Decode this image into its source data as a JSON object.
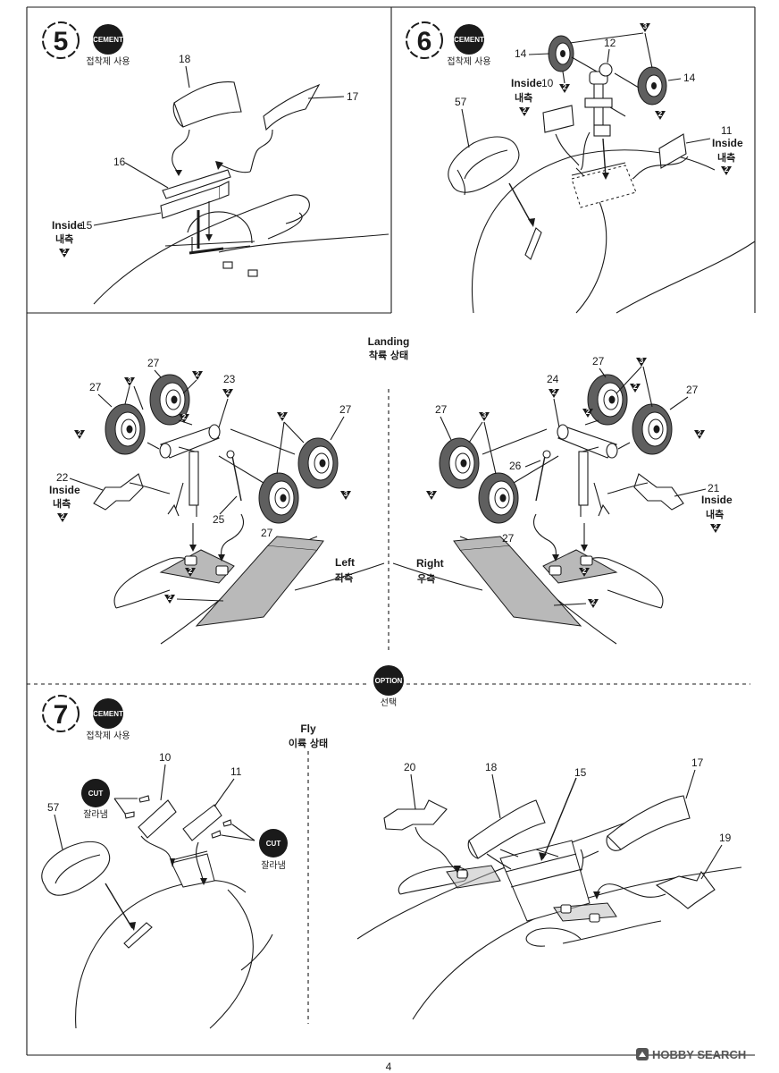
{
  "steps": {
    "s5": {
      "number": "5",
      "cement": "CEMENT",
      "cement_ko": "접착제 사용"
    },
    "s6": {
      "number": "6",
      "cement": "CEMENT",
      "cement_ko": "접착제 사용"
    },
    "s7": {
      "number": "7",
      "cement": "CEMENT",
      "cement_ko": "접착제 사용"
    }
  },
  "labels": {
    "inside": "Inside",
    "inside_ko": "내측",
    "landing": "Landing",
    "landing_ko": "착륙 상태",
    "left": "Left",
    "left_ko": "좌측",
    "right": "Right",
    "right_ko": "우측",
    "option": "OPTION",
    "option_ko": "선택",
    "fly": "Fly",
    "fly_ko": "이륙 상태",
    "cut": "CUT",
    "cut_ko": "잘라냄"
  },
  "parts": {
    "p2": "2",
    "p3": "3",
    "p10": "10",
    "p11": "11",
    "p12": "12",
    "p14": "14",
    "p15": "15",
    "p16": "16",
    "p17": "17",
    "p18": "18",
    "p19": "19",
    "p20": "20",
    "p21": "21",
    "p22": "22",
    "p23": "23",
    "p24": "24",
    "p25": "25",
    "p26": "26",
    "p27": "27",
    "p57": "57"
  },
  "page_number": "4",
  "watermark": "HOBBY SEARCH"
}
